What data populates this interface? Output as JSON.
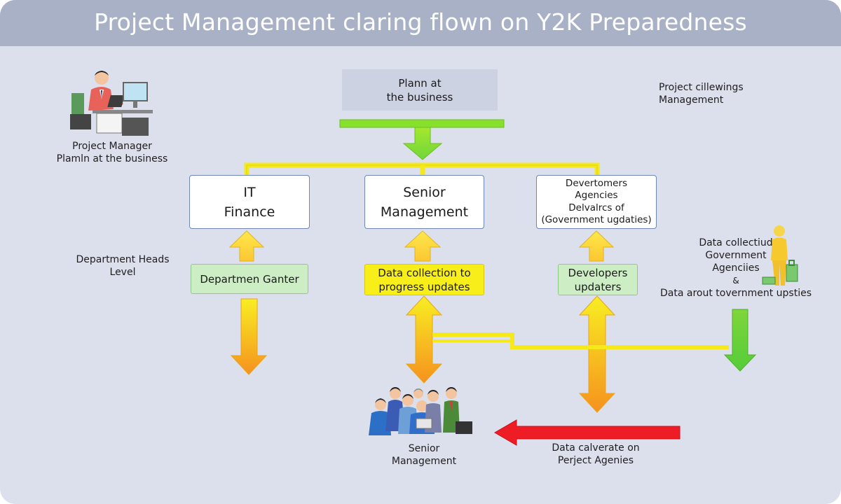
{
  "title": "Project Management claring flown on Y2K Preparedness",
  "top_box": {
    "line1": "Plann at",
    "line2": "the business"
  },
  "top_right": {
    "line1": "Project cillewings",
    "line2": "Management"
  },
  "project_manager": {
    "line1": "Project Manager",
    "line2": "Plamln at the business"
  },
  "boxes": {
    "it_finance": {
      "line1": "IT",
      "line2": "Finance"
    },
    "senior_management": {
      "line1": "Senior",
      "line2": "Management"
    },
    "developers_agencies": {
      "line1": "Devertomers",
      "line2": "Agencies",
      "line3": "Delvalrcs of",
      "line4": "(Government ugdaties)"
    },
    "department_center": {
      "line1": "Departmen Ganter"
    },
    "data_collection": {
      "line1": "Data collection to",
      "line2": "progress updates"
    },
    "developers_updates": {
      "line1": "Developers",
      "line2": "updaters"
    }
  },
  "department_heads": {
    "line1": "Department Heads",
    "line2": "Level"
  },
  "right_group": {
    "line1": "Data collectiud",
    "line2": "Government",
    "line3": "Agenciies",
    "line4": "&",
    "line5": "Data arout tovernment upsties"
  },
  "bottom_left": {
    "line1": "Senior",
    "line2": "Management"
  },
  "bottom_right": {
    "line1": "Data calverate on",
    "line2": "Perject Agenies"
  },
  "colors": {
    "background": "#dcdfec",
    "title_bar": "#a9b1c7",
    "green_arrow": "#86e02c",
    "yellow_line": "#f5e91c",
    "orange": "#f6921e",
    "red_arrow": "#ee1c25",
    "box_border": "#6f86b6"
  },
  "icons": [
    "manager-at-desk-icon",
    "team-group-icon",
    "worker-with-luggage-icon"
  ]
}
